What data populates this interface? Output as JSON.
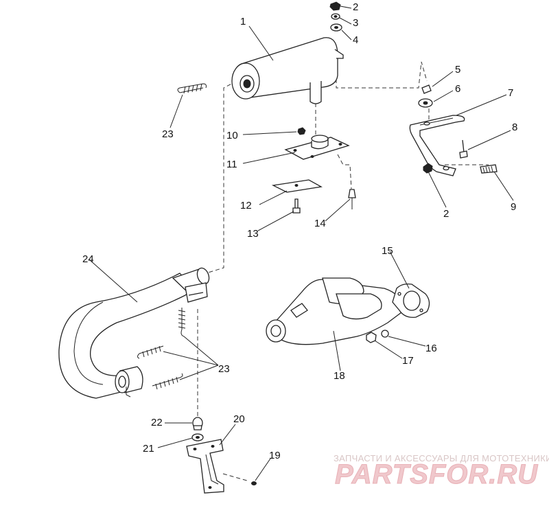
{
  "callouts": [
    {
      "id": "1",
      "text": "1"
    },
    {
      "id": "2a",
      "text": "2"
    },
    {
      "id": "3",
      "text": "3"
    },
    {
      "id": "4",
      "text": "4"
    },
    {
      "id": "5",
      "text": "5"
    },
    {
      "id": "6",
      "text": "6"
    },
    {
      "id": "7",
      "text": "7"
    },
    {
      "id": "8",
      "text": "8"
    },
    {
      "id": "2b",
      "text": "2"
    },
    {
      "id": "9",
      "text": "9"
    },
    {
      "id": "10",
      "text": "10"
    },
    {
      "id": "11",
      "text": "11"
    },
    {
      "id": "12",
      "text": "12"
    },
    {
      "id": "13",
      "text": "13"
    },
    {
      "id": "14",
      "text": "14"
    },
    {
      "id": "23a",
      "text": "23"
    },
    {
      "id": "24",
      "text": "24"
    },
    {
      "id": "15",
      "text": "15"
    },
    {
      "id": "16",
      "text": "16"
    },
    {
      "id": "17",
      "text": "17"
    },
    {
      "id": "18",
      "text": "18"
    },
    {
      "id": "23b",
      "text": "23"
    },
    {
      "id": "22",
      "text": "22"
    },
    {
      "id": "21",
      "text": "21"
    },
    {
      "id": "20",
      "text": "20"
    },
    {
      "id": "19",
      "text": "19"
    }
  ],
  "watermark": {
    "tagline": "ЗАПЧАСТИ И АКСЕССУАРЫ ДЛЯ МОТОТЕХНИКИ",
    "logo": "PARTSFOR.RU"
  }
}
